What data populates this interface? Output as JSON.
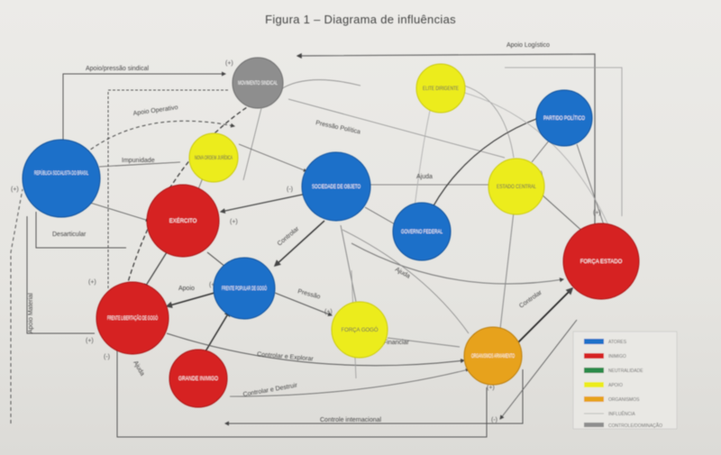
{
  "figure": {
    "title": "Figura 1 – Diagrama de influências"
  },
  "colors": {
    "blue": "#1d6fc9",
    "red": "#d62020",
    "yellow": "#ecec1a",
    "orange": "#e7a21a",
    "gray": "#8e8e8e",
    "green": "#2c8a4a"
  },
  "nodes": [
    {
      "id": "republica",
      "label": "REPÚBLICA SOCIALISTA DO BRASIL",
      "color": "blue"
    },
    {
      "id": "movimento",
      "label": "MOVIMENTO SINDICAL",
      "color": "gray"
    },
    {
      "id": "nova_ordem",
      "label": "NOVA ORDEM JURÍDICA",
      "color": "yellow"
    },
    {
      "id": "exercito",
      "label": "EXÉRCITO",
      "color": "red"
    },
    {
      "id": "sociedade",
      "label": "SOCIEDADE DE OBJETO",
      "color": "blue"
    },
    {
      "id": "elite",
      "label": "ELITE DIRIGENTE",
      "color": "yellow"
    },
    {
      "id": "partido_top",
      "label": "PARTIDO POLÍTICO",
      "color": "blue"
    },
    {
      "id": "estado_centro",
      "label": "ESTADO CENTRAL",
      "color": "yellow"
    },
    {
      "id": "governo",
      "label": "GOVERNO FEDERAL",
      "color": "blue"
    },
    {
      "id": "frente_popular",
      "label": "FRENTE POPULAR DE GOGÓ",
      "color": "blue"
    },
    {
      "id": "frente_libertacao",
      "label": "FRENTE LIBERTAÇÃO DE GOGÓ",
      "color": "red"
    },
    {
      "id": "forca",
      "label": "FORÇA GOGÓ",
      "color": "yellow"
    },
    {
      "id": "grande",
      "label": "GRANDE INIMIGO",
      "color": "red"
    },
    {
      "id": "organismos",
      "label": "ORGANISMOS ARMAMENTO",
      "color": "orange"
    },
    {
      "id": "forca_direita",
      "label": "FORÇA ESTADO",
      "color": "red"
    }
  ],
  "edges": [
    {
      "label": "Apoio/pressão sindical"
    },
    {
      "label": "Apoio Operativo"
    },
    {
      "label": "Impunidade"
    },
    {
      "label": "Desarticular"
    },
    {
      "label": "Apoio"
    },
    {
      "label": "Pressão"
    },
    {
      "label": "Pressão Política"
    },
    {
      "label": "Controlar"
    },
    {
      "label": "Apoio Material"
    },
    {
      "label": "Controlar e Explorar"
    },
    {
      "label": "Controlar e Destruir"
    },
    {
      "label": "Controle internacional"
    },
    {
      "label": "Apoio Logístico"
    },
    {
      "label": "Financiar"
    },
    {
      "label": "Controlar"
    },
    {
      "label": "Ajuda"
    },
    {
      "label": "Ajuda"
    },
    {
      "label": "Ajuda"
    }
  ],
  "signs": [
    "(+)",
    "(+)",
    "(+)",
    "(-)",
    "(+)",
    "(+)",
    "(-)",
    "(+)",
    "(+)",
    "(+)",
    "(-)",
    "(+)",
    "(+)",
    "(-)",
    "(+)"
  ],
  "legend": {
    "items": [
      {
        "label": "ATORES",
        "color": "blue"
      },
      {
        "label": "INIMIGO",
        "color": "red"
      },
      {
        "label": "NEUTRALIDADE",
        "color": "green"
      },
      {
        "label": "APOIO",
        "color": "yellow"
      },
      {
        "label": "ORGANISMOS",
        "color": "orange"
      },
      {
        "label": "INFLUÊNCIA",
        "color": "gray"
      },
      {
        "label": "CONTROLE/DOMINAÇÃO",
        "color": "gray"
      }
    ]
  }
}
